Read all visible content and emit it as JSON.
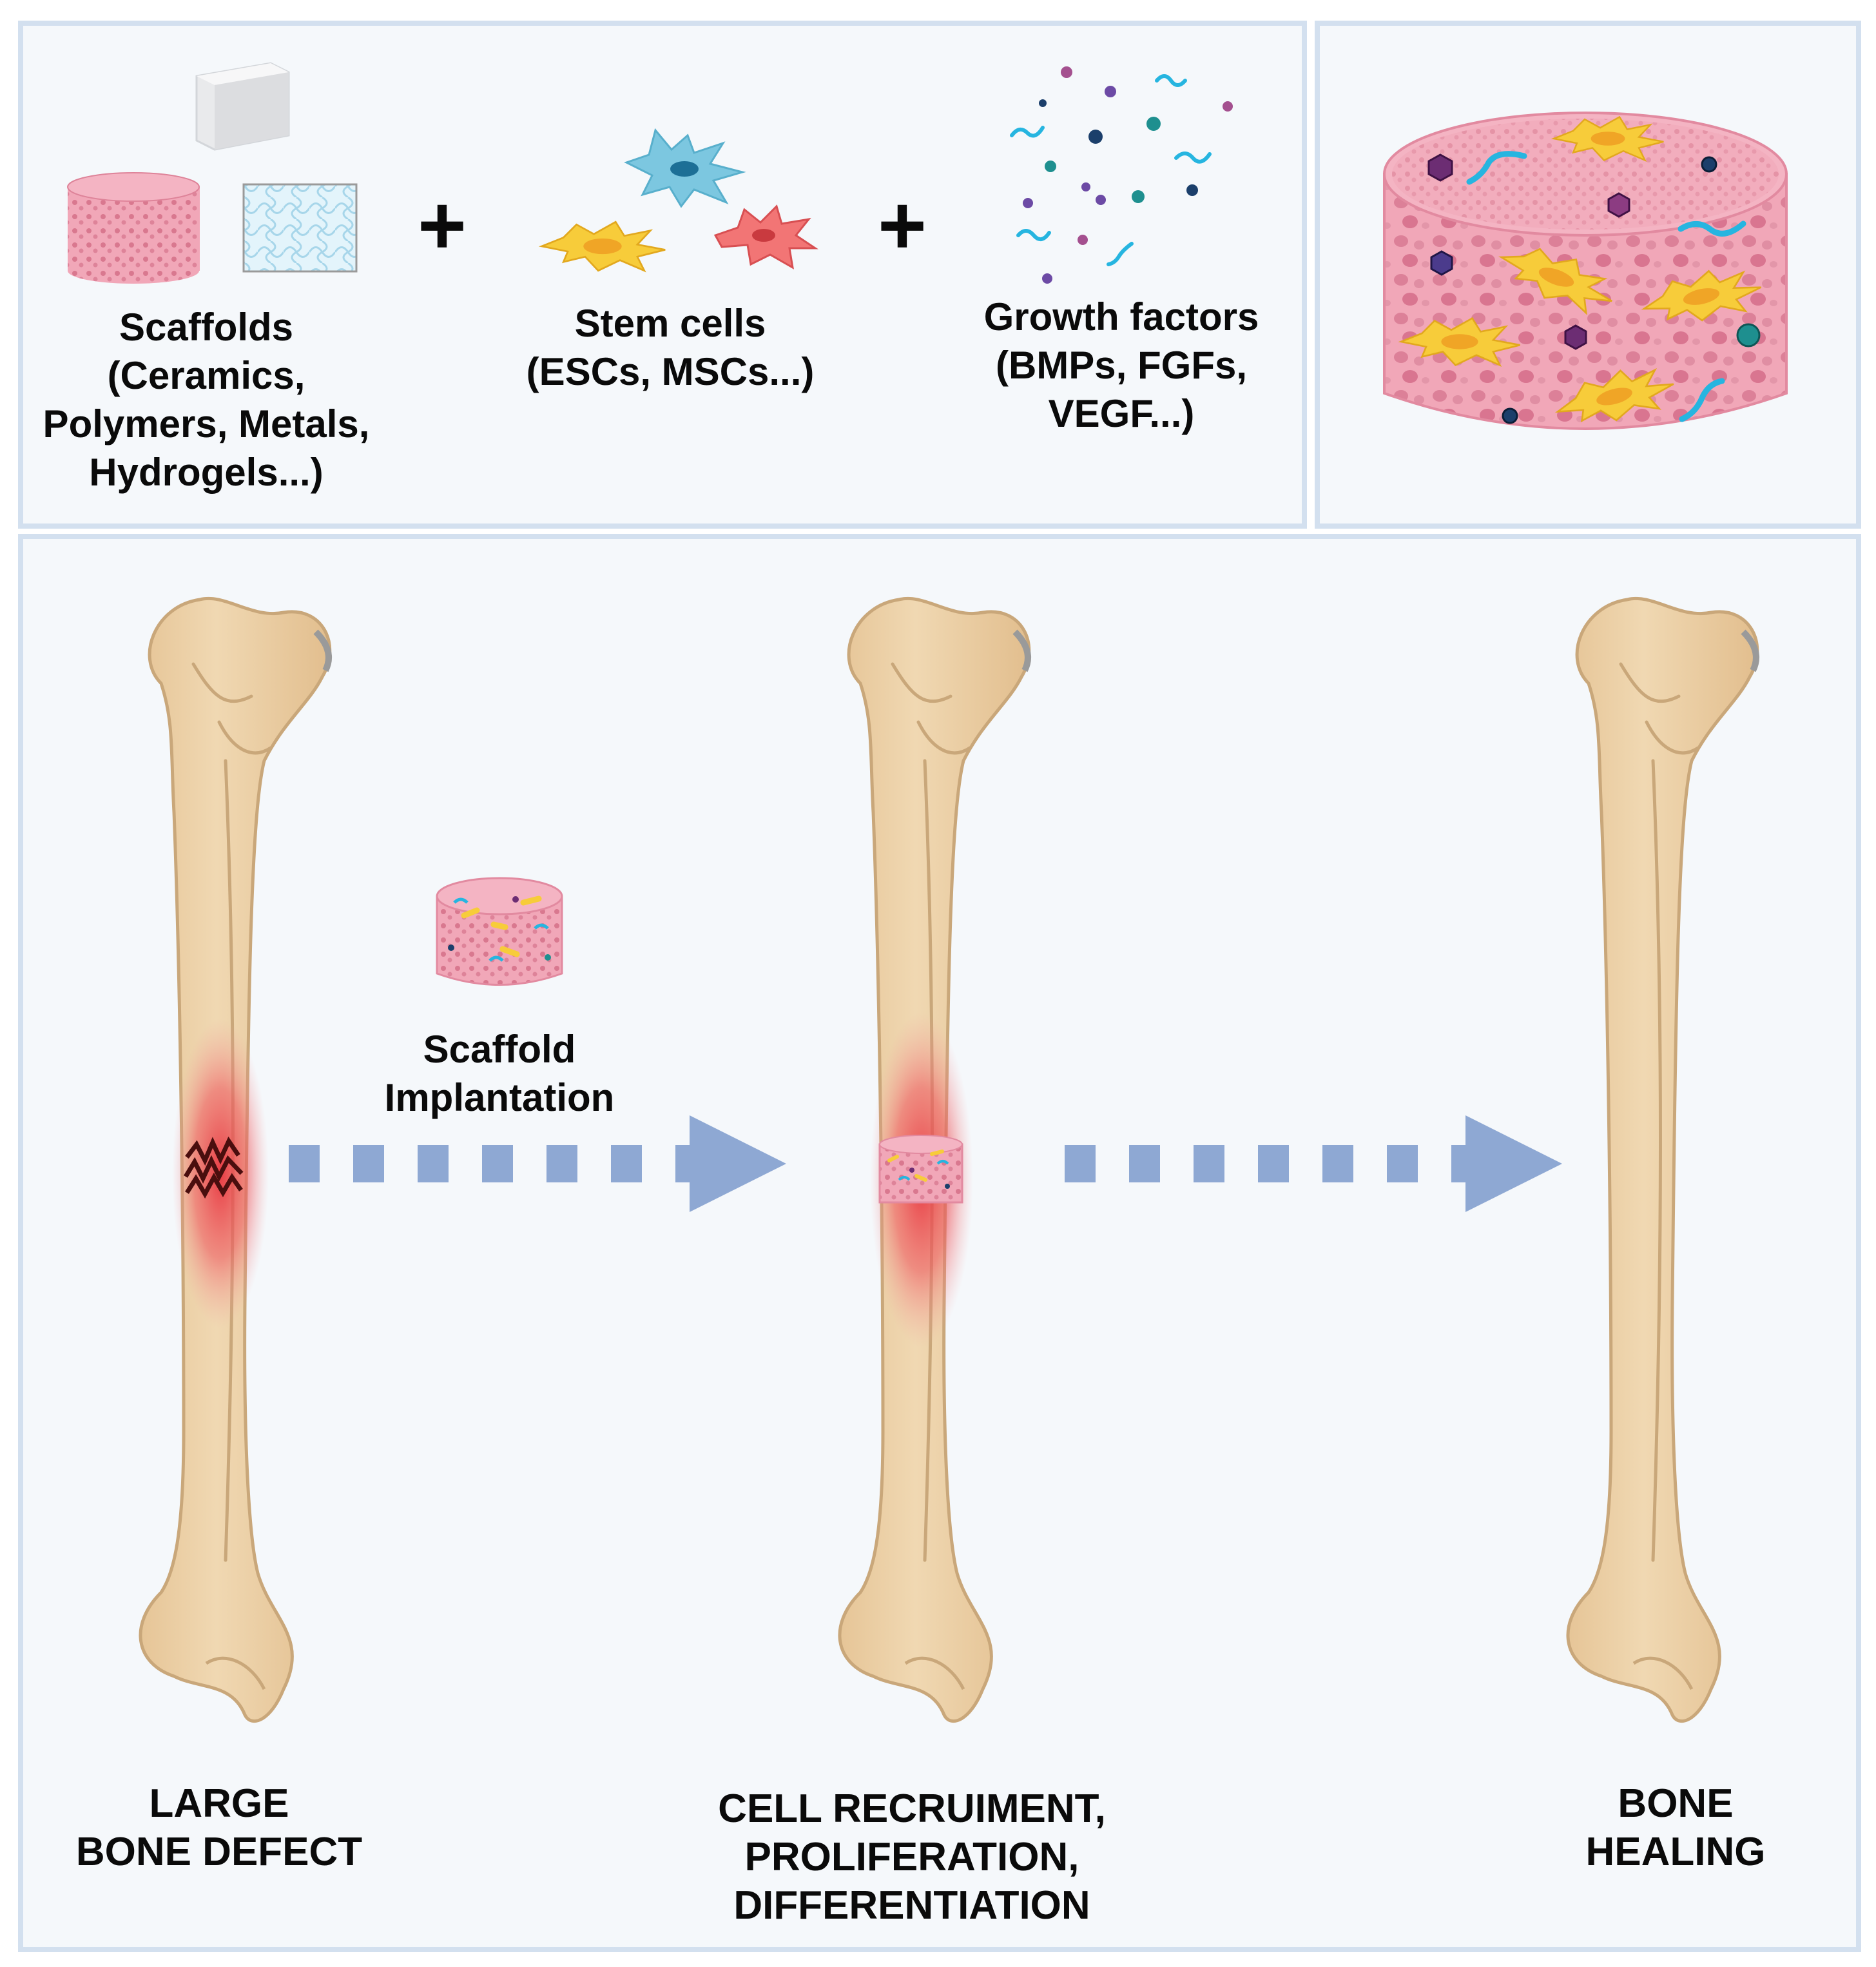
{
  "components": {
    "scaffolds_label": "Scaffolds\n(Ceramics,\nPolymers, Metals,\nHydrogels...)",
    "stem_cells_label": "Stem cells\n(ESCs, MSCs...)",
    "growth_factors_label": "Growth factors\n(BMPs, FGFs,\nVEGF...)",
    "plus_symbol": "+"
  },
  "process": {
    "implantation_label": "Scaffold\nImplantation",
    "stage1_label": "LARGE\nBONE DEFECT",
    "stage2_label": "CELL RECRUIMENT,\nPROLIFERATION,\nDIFFERENTIATION",
    "stage3_label": "BONE\nHEALING"
  },
  "colors": {
    "panel_border": "#d3e0ef",
    "panel_fill": "#f5f8fb",
    "bone": "#ecd2ac",
    "bone_outline": "#c9a77a",
    "defect_red": "#e8343e",
    "scaffold_pink": "#f1a7b8",
    "arrow_blue": "#8ea8d3"
  }
}
